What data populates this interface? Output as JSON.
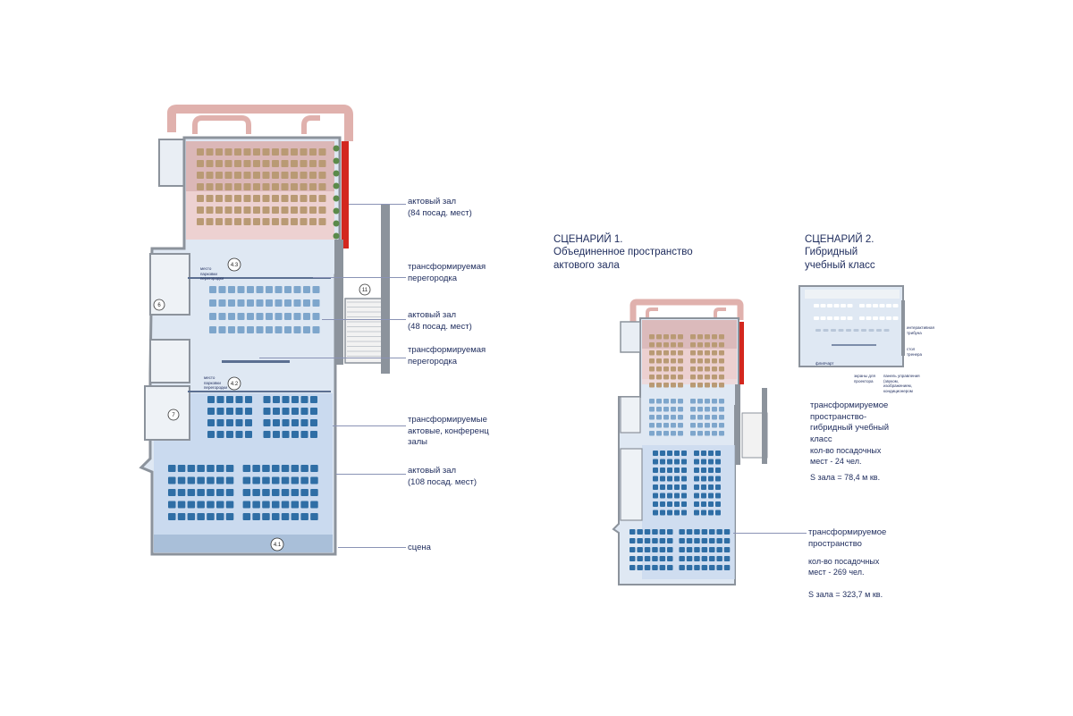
{
  "left_plan": {
    "labels": {
      "hall84": "актовый зал\n(84 посад. мест)",
      "partition1": "трансформируемая\nперегородка",
      "hall48": "актовый зал\n(48 посад. мест)",
      "partition2": "трансформируемая\nперегородка",
      "transform": "трансформируемые\nактовые, конференц\nзалы",
      "hall108": "актовый зал\n(108 посад. мест)",
      "stage": "сцена"
    },
    "room_badges": [
      "4.3",
      "4.2",
      "4.1",
      "6",
      "7",
      "11"
    ],
    "parking_notes": [
      "место\nпарковки\nперегородки",
      "место\nпарковки\nперегородки"
    ]
  },
  "scenario1": {
    "title": "СЦЕНАРИЙ 1.",
    "subtitle": "Объединенное пространство\nактового зала",
    "label": "трансформируемое\nпространство",
    "seats": "кол-во посадочных\nмест - 269 чел.",
    "area": "S зала = 323,7 м кв."
  },
  "scenario2": {
    "title": "СЦЕНАРИЙ 2.",
    "subtitle": "Гибридный\nучебный класс",
    "label": "трансформируемое\nпространство-\nгибридный учебный\nкласс",
    "seats": "кол-во посадочных\nмест - 24 чел.",
    "area": "S зала = 78,4 м кв.",
    "small_notes": {
      "tribune": "интерактивная\nтрибуна",
      "coach_table": "стол\nтренера",
      "flipchart": "флипчарт",
      "screens": "экраны для\nпроектора",
      "panel": "панель управления\n(звуком,\nизображением,\nкондиционером"
    }
  },
  "colors": {
    "wall": "#8c939c",
    "floor": "#dfe8f3",
    "floor_blue": "#c8d8ee",
    "pink_zone": "#d9a7a3",
    "pink_light": "#f0d6d6",
    "roof_pink": "#e0b1ad",
    "chair_brown": "#b99a74",
    "chair_blue_light": "#7ea6cc",
    "chair_blue": "#2f6ea5",
    "red_strip": "#d3271e",
    "green_plants": "#5b8a4a",
    "text": "#1d2b5c"
  }
}
